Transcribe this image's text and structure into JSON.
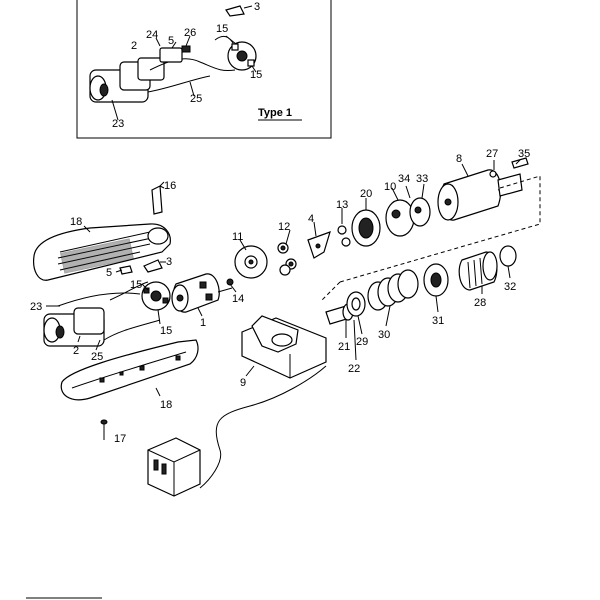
{
  "inset": {
    "title": "Type 1"
  },
  "callouts": {
    "c2": "2",
    "c3": "3",
    "c4": "4",
    "c5": "5",
    "c8": "8",
    "c9": "9",
    "c10": "10",
    "c11": "11",
    "c12": "12",
    "c13": "13",
    "c14": "14",
    "c15": "15",
    "c16": "16",
    "c17": "17",
    "c18": "18",
    "c20": "20",
    "c21": "21",
    "c22": "22",
    "c23": "23",
    "c24": "24",
    "c25": "25",
    "c26": "26",
    "c27": "27",
    "c28": "28",
    "c29": "29",
    "c30": "30",
    "c31": "31",
    "c32": "32",
    "c33": "33",
    "c34": "34",
    "c35": "35",
    "c1": "1"
  }
}
